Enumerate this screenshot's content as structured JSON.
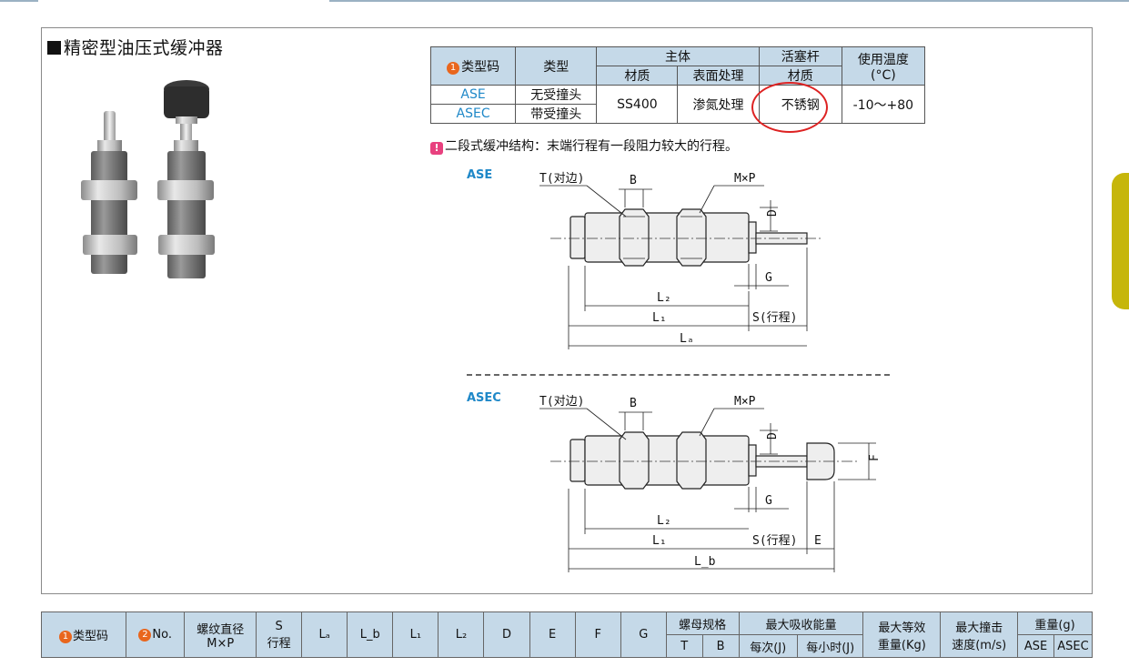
{
  "page": {
    "title": "精密型油压式缓冲器",
    "note": "二段式缓冲结构：末端行程有一段阻力较大的行程。",
    "note_icon": "exclamation-icon"
  },
  "spec_table": {
    "col_code": "类型码",
    "col_type": "类型",
    "col_body": "主体",
    "col_body_material": "材质",
    "col_body_surface": "表面处理",
    "col_rod": "活塞杆",
    "col_rod_material": "材质",
    "col_temp": "使用温度",
    "col_temp_unit": "(°C)",
    "rows": [
      {
        "code": "ASE",
        "type": "无受撞头"
      },
      {
        "code": "ASEC",
        "type": "带受撞头"
      }
    ],
    "body_material": "SS400",
    "body_surface": "渗氮处理",
    "rod_material": "不锈钢",
    "temp_range": "-10～+80"
  },
  "diagram_ase": {
    "label": "ASE",
    "t": "T(对边)",
    "b": "B",
    "mp": "M×P",
    "d": "D",
    "g": "G",
    "l2": "L₂",
    "l1": "L₁",
    "s": "S(行程)",
    "la": "Lₐ"
  },
  "diagram_asec": {
    "label": "ASEC",
    "t": "T(对边)",
    "b": "B",
    "mp": "M×P",
    "d": "D",
    "g": "G",
    "f": "F",
    "l2": "L₂",
    "l1": "L₁",
    "s": "S(行程)",
    "e": "E",
    "lb": "L_b"
  },
  "dim_table": {
    "code": "类型码",
    "no": "No.",
    "thread": "螺纹直径",
    "thread_sub": "M×P",
    "s": "S",
    "s_sub": "行程",
    "la": "Lₐ",
    "lb": "L_b",
    "l1": "L₁",
    "l2": "L₂",
    "d": "D",
    "e": "E",
    "f": "F",
    "g": "G",
    "nut": "螺母规格",
    "nut_t": "T",
    "nut_b": "B",
    "energy": "最大吸收能量",
    "energy_each": "每次(J)",
    "energy_hour": "每小时(J)",
    "equiv": "最大等效",
    "equiv_sub": "重量(Kg)",
    "speed": "最大撞击",
    "speed_sub": "速度(m/s)",
    "weight": "重量(g)",
    "weight_ase": "ASE",
    "weight_asec": "ASEC"
  },
  "colors": {
    "header_bg": "#c5d9e8",
    "code_blue": "#1f88c8",
    "badge_orange": "#e9661d",
    "highlight_red": "#dd2222",
    "side_tab": "#c6b60b"
  }
}
